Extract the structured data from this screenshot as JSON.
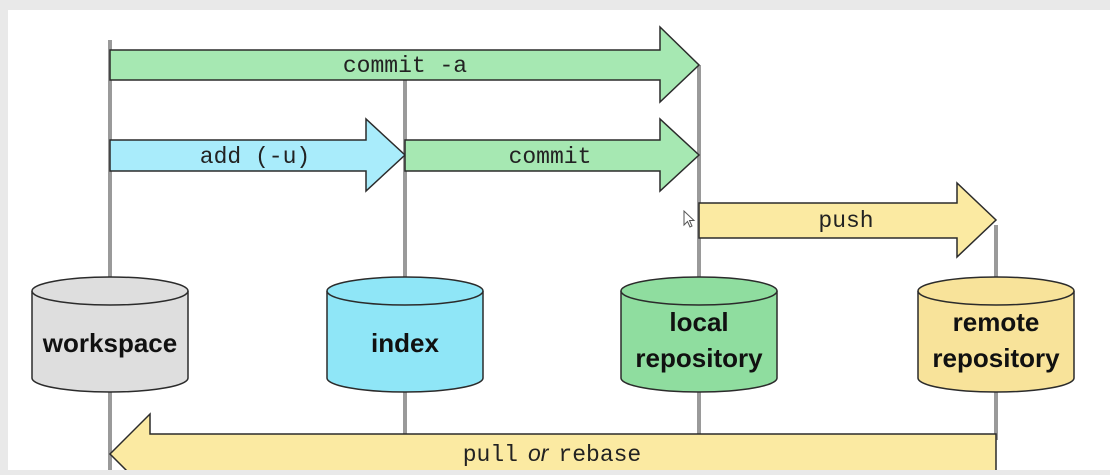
{
  "diagram": {
    "stores": {
      "workspace": {
        "line1": "workspace",
        "line2": ""
      },
      "index": {
        "line1": "index",
        "line2": ""
      },
      "local": {
        "line1": "local",
        "line2": "repository"
      },
      "remote": {
        "line1": "remote",
        "line2": "repository"
      }
    },
    "arrows": {
      "commit_a": "commit -a",
      "add": "add (-u)",
      "commit": "commit",
      "push": "push",
      "pull_cmd": "pull",
      "pull_or": "or",
      "pull_rebase": "rebase"
    },
    "colors": {
      "background": "#e9e9e9",
      "canvas": "#ffffff",
      "green": "#a6e8b2",
      "blue": "#a9ecfb",
      "yellow": "#fbeaa2",
      "gray": "#e1e1e1",
      "workspace_store": "#dedede",
      "index_store": "#8fe6f7",
      "local_store": "#8fdd9f",
      "remote_store": "#f8e39a",
      "outline": "#2b2b2b",
      "lifeline": "#9a9a9a"
    }
  }
}
